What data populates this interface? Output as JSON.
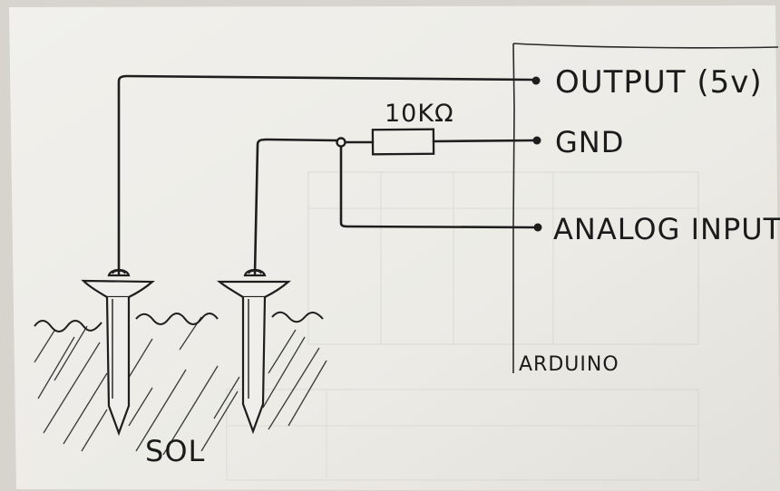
{
  "labels": {
    "output": "OUTPUT (5v)",
    "gnd": "GND",
    "analog_input": "ANALOG INPUT",
    "resistor": "10KΩ",
    "arduino": "ARDUINO",
    "soil": "SOL"
  },
  "colors": {
    "paper": "#efeeea",
    "ink": "#1e1e1e",
    "background": "#d7d4cd"
  }
}
